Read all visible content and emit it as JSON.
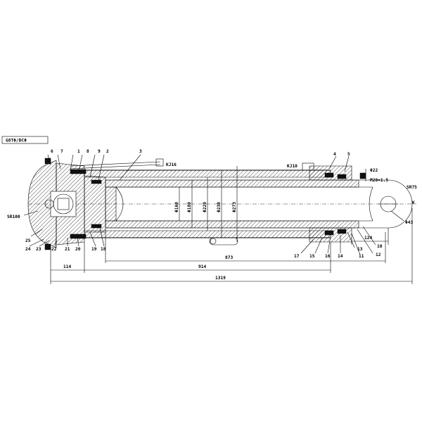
{
  "title_box": "G8TΦ/DCΦ",
  "part_numbers_top": [
    "6",
    "7",
    "1",
    "8",
    "9",
    "2",
    "3"
  ],
  "part_numbers_right_top": [
    "4",
    "5"
  ],
  "part_numbers_bottom_left": [
    "25",
    "24",
    "23",
    "22",
    "21",
    "20",
    "19",
    "18"
  ],
  "part_numbers_bottom_right": [
    "17",
    "15",
    "16",
    "14",
    "13",
    "11",
    "12",
    "10"
  ],
  "callouts": {
    "kj16": "KJ16",
    "kj10": "KJ10",
    "sr100": "SR100",
    "sr75": "SR75",
    "phi22": "Φ22",
    "m20": "M20×1.5",
    "phi43": "Φ43",
    "k": "K"
  },
  "diameters": [
    "Φ160",
    "Φ180",
    "Φ220",
    "Φ230",
    "Φ273"
  ],
  "dimensions": {
    "d114": "114",
    "d914": "914",
    "d873": "873",
    "d124": "124",
    "d1319": "1319"
  },
  "colors": {
    "line": "#000000",
    "background": "#ffffff"
  }
}
